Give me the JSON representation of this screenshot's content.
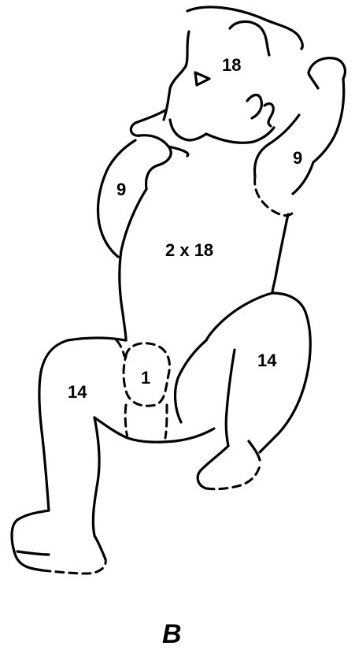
{
  "figure": {
    "panel_label": "B",
    "regions": {
      "head": "18",
      "right_arm": "9",
      "left_arm": "9",
      "trunk": "2 x 18",
      "genitalia": "1",
      "right_leg": "14",
      "left_leg": "14"
    }
  }
}
